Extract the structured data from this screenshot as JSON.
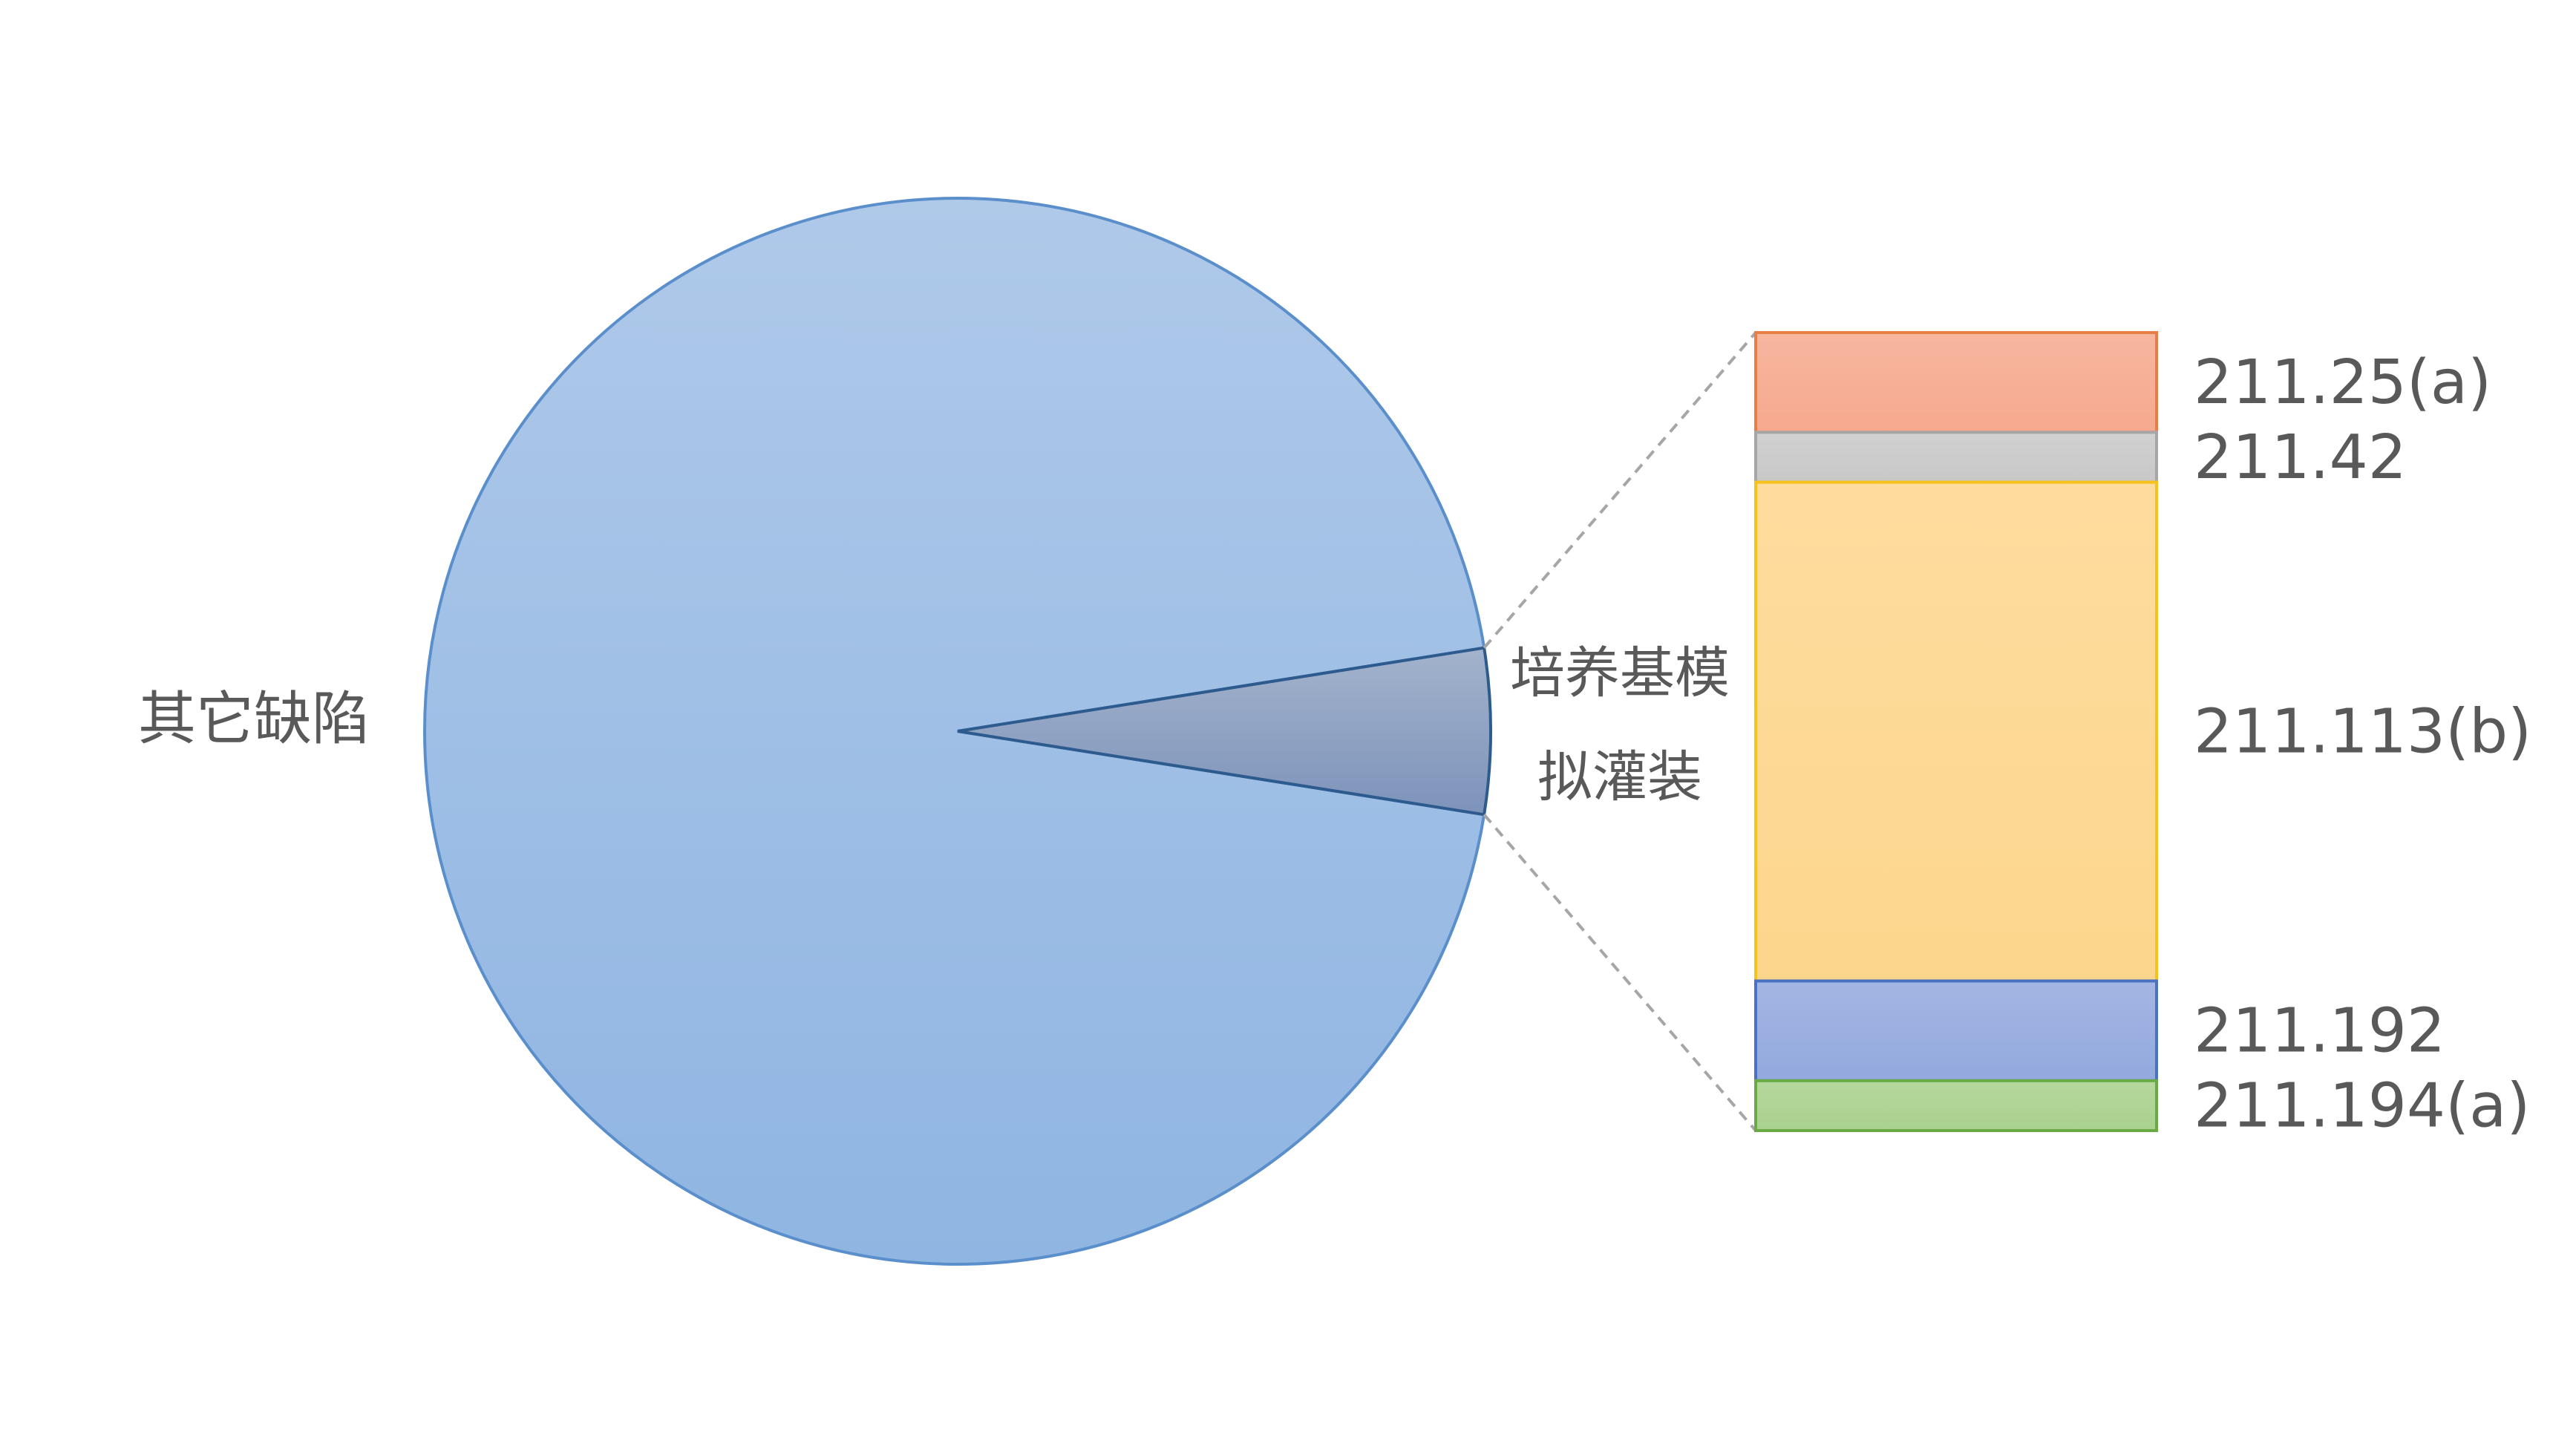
{
  "chart_data": {
    "type": "pie",
    "subtype": "bar-of-pie",
    "slices": [
      {
        "label": "其它缺陷",
        "value": 0.95,
        "color": "#95b8e3"
      },
      {
        "label_lines": [
          "培养基模",
          "拟灌装"
        ],
        "value": 0.05,
        "color": "#8ca0c2"
      }
    ],
    "breakdown": [
      {
        "label": "211.25(a)",
        "value": 2,
        "color": "#f6a98e"
      },
      {
        "label": "211.42",
        "value": 1,
        "color": "#c8c8c8"
      },
      {
        "label": "211.113(b)",
        "value": 10,
        "color": "#fdd68d"
      },
      {
        "label": "211.192",
        "value": 2,
        "color": "#93a9de"
      },
      {
        "label": "211.194(a)",
        "value": 1,
        "color": "#a9d18e"
      }
    ],
    "legend": "none",
    "grid": false
  }
}
